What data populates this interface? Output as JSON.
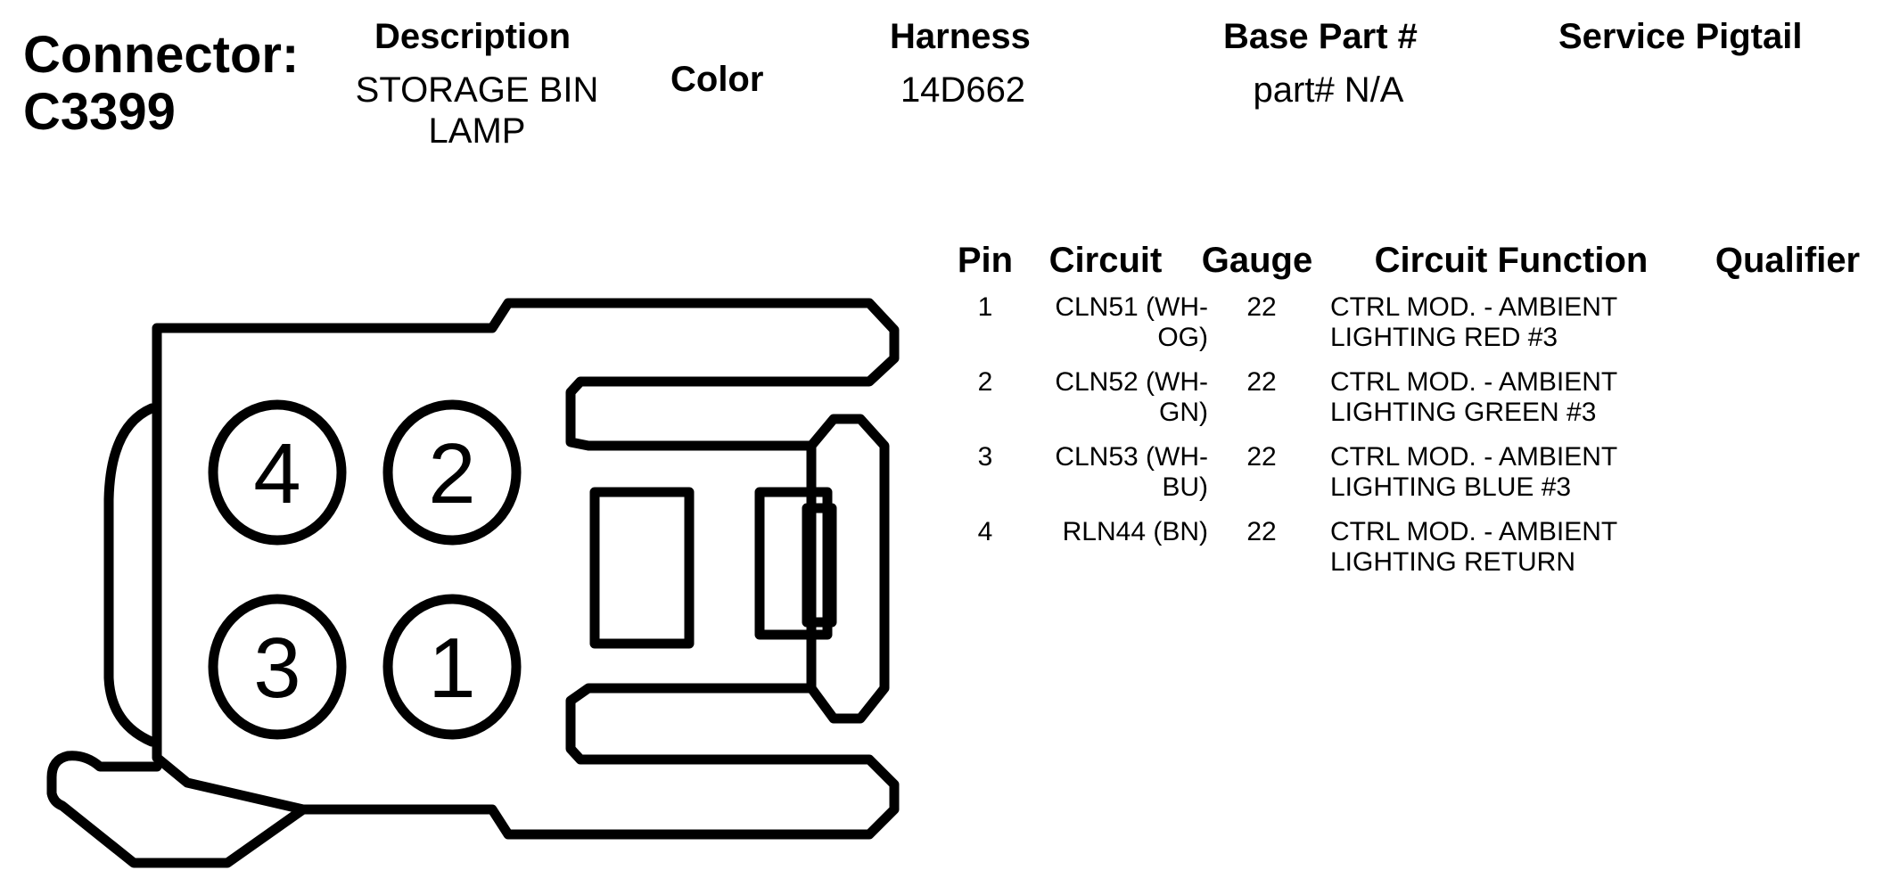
{
  "header": {
    "connector_label": "Connector:",
    "connector_id": "C3399",
    "description_label": "Description",
    "description_value": "STORAGE BIN LAMP",
    "color_label": "Color",
    "harness_label": "Harness",
    "harness_value": "14D662",
    "base_part_label": "Base Part #",
    "base_part_value": "part# N/A",
    "service_pigtail_label": "Service Pigtail"
  },
  "table": {
    "columns": [
      "Pin",
      "Circuit",
      "Gauge",
      "Circuit Function",
      "Qualifier"
    ],
    "rows": [
      {
        "pin": "1",
        "circuit_l1": "CLN51 (WH-",
        "circuit_l2": "OG)",
        "gauge": "22",
        "function_l1": "CTRL MOD. - AMBIENT",
        "function_l2": "LIGHTING RED #3",
        "qualifier": ""
      },
      {
        "pin": "2",
        "circuit_l1": "CLN52 (WH-",
        "circuit_l2": "GN)",
        "gauge": "22",
        "function_l1": "CTRL MOD. - AMBIENT",
        "function_l2": "LIGHTING GREEN #3",
        "qualifier": ""
      },
      {
        "pin": "3",
        "circuit_l1": "CLN53 (WH-",
        "circuit_l2": "BU)",
        "gauge": "22",
        "function_l1": "CTRL MOD. - AMBIENT",
        "function_l2": "LIGHTING BLUE #3",
        "qualifier": ""
      },
      {
        "pin": "4",
        "circuit_l1": "RLN44 (BN)",
        "circuit_l2": "",
        "gauge": "22",
        "function_l1": "CTRL MOD. - AMBIENT",
        "function_l2": "LIGHTING RETURN",
        "qualifier": ""
      }
    ]
  },
  "diagram": {
    "pins": [
      "4",
      "2",
      "3",
      "1"
    ]
  }
}
